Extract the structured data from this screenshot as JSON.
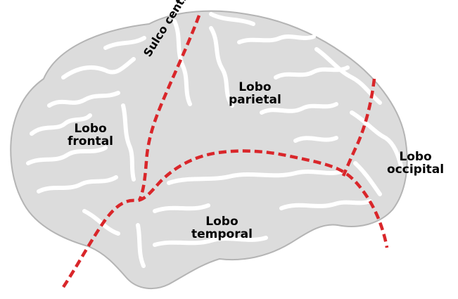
{
  "labels": {
    "frontal": {
      "line1": "Lobo",
      "line2": "frontal"
    },
    "parietal": {
      "line1": "Lobo",
      "line2": "parietal"
    },
    "occipital": {
      "line1": "Lobo",
      "line2": "occipital"
    },
    "temporal": {
      "line1": "Lobo",
      "line2": "temporal"
    },
    "central_sulcus": "Sulco central"
  },
  "colors": {
    "brain_fill": "#dcdcdc",
    "brain_outline": "#b4b4b4",
    "sulcus_fill": "#ffffff",
    "boundary_lines": "#d9262a",
    "text": "#000000"
  }
}
